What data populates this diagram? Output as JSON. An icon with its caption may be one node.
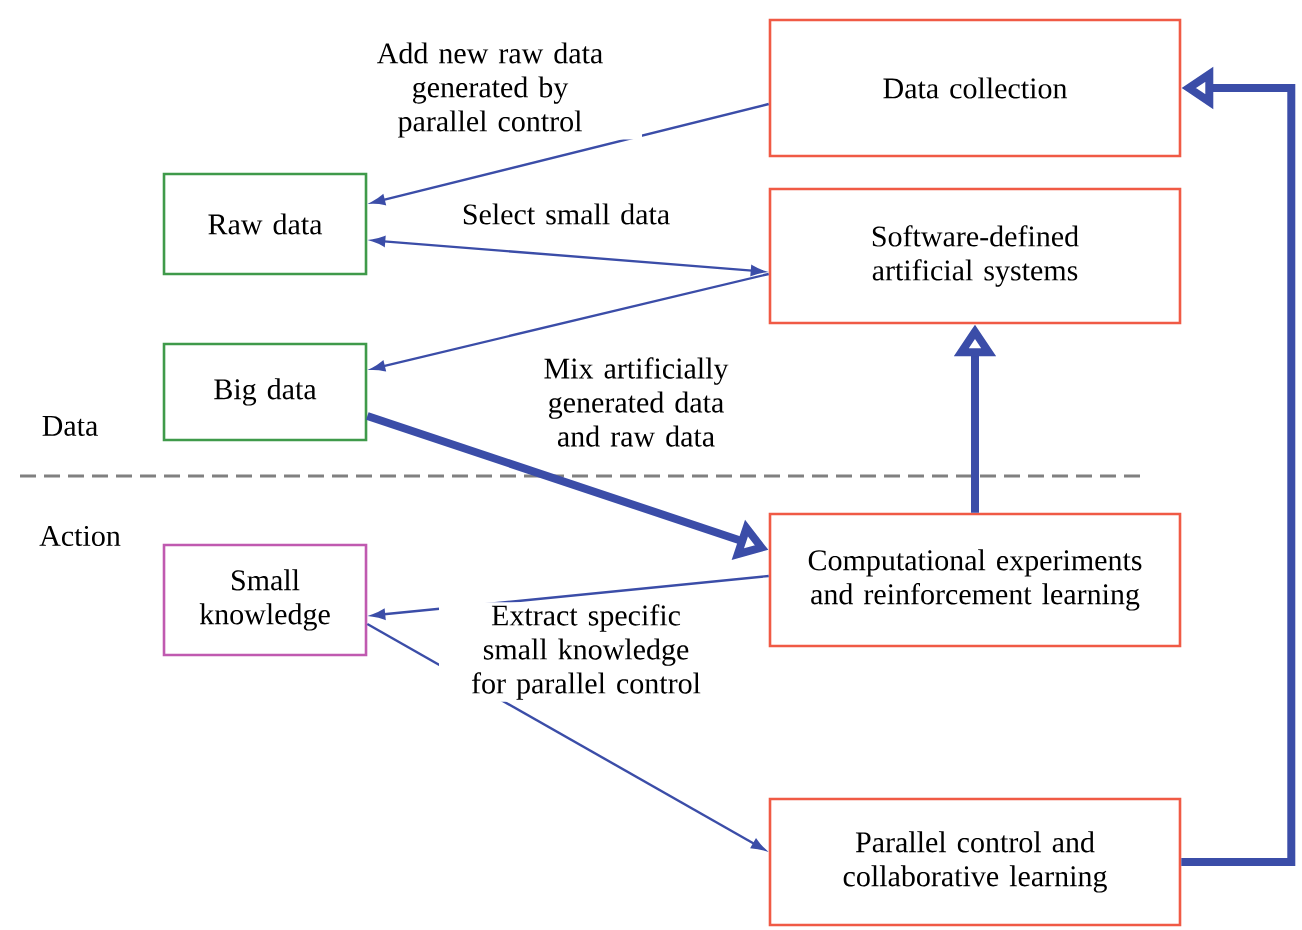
{
  "diagram": {
    "nodes": [
      {
        "text": [
          "Data collection"
        ]
      },
      {
        "text": [
          "Raw data"
        ]
      },
      {
        "text": [
          "Software-defined artificial systems"
        ]
      },
      {
        "text": [
          "Big data"
        ]
      },
      {
        "text": [
          "Computational experiments and reinforcement learning"
        ]
      },
      {
        "text": [
          "Small knowledge"
        ]
      },
      {
        "text": [
          "Parallel control and collaborative learning"
        ]
      }
    ],
    "edges": [
      {
        "from": 0,
        "to": 1,
        "arrow": "to",
        "label": "Add new raw data generated by parallel control"
      },
      {
        "from": 1,
        "to": 2,
        "arrow": "both",
        "label": "Select small data"
      },
      {
        "from": 2,
        "to": 3,
        "arrow": "to",
        "label": "Mix artificially generated data and raw data"
      },
      {
        "from": 3,
        "to": 4,
        "arrow": "to",
        "style": "thick"
      },
      {
        "from": 4,
        "to": 5,
        "arrow": "to",
        "label": "Extract specific small knowledge for parallel control"
      },
      {
        "from": 5,
        "to": 6,
        "arrow": "to"
      },
      {
        "from": 4,
        "to": 2,
        "arrow": "to",
        "style": "thick"
      },
      {
        "from": 6,
        "to": 0,
        "arrow": "to",
        "style": "thick"
      }
    ],
    "labels": [
      "Data",
      "Action"
    ]
  }
}
